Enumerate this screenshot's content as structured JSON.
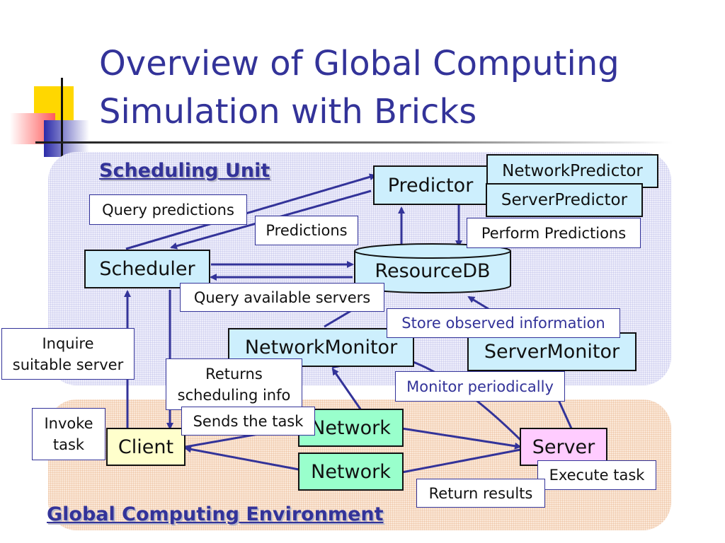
{
  "slide": {
    "title_line1": "Overview of Global Computing",
    "title_line2": "Simulation with Bricks"
  },
  "regions": {
    "scheduling_unit": "Scheduling Unit",
    "global_env": "Global Computing Environment"
  },
  "components": {
    "predictor": "Predictor",
    "network_predictor": "NetworkPredictor",
    "server_predictor": "ServerPredictor",
    "scheduler": "Scheduler",
    "resource_db": "ResourceDB",
    "network_monitor": "NetworkMonitor",
    "server_monitor": "ServerMonitor",
    "client": "Client",
    "network_top": "Network",
    "network_bottom": "Network",
    "server": "Server"
  },
  "notes": {
    "query_predictions": "Query predictions",
    "predictions": "Predictions",
    "perform_predictions": "Perform Predictions",
    "query_available_servers": "Query available servers",
    "store_observed_information": "Store observed information",
    "inquire_line1": "Inquire",
    "inquire_line2": "suitable server",
    "returns_line1": "Returns",
    "returns_line2": "scheduling info",
    "monitor_periodically": "Monitor periodically",
    "invoke_line1": "Invoke",
    "invoke_line2": "task",
    "sends_the_task": "Sends the task",
    "execute_task": "Execute task",
    "return_results": "Return results"
  },
  "colors": {
    "title": "#333399",
    "arrow": "#333399",
    "component_blue": "#cdeffd",
    "network_green": "#99ffcc",
    "client_yellow": "#ffffcc",
    "server_pink": "#ffccff"
  }
}
